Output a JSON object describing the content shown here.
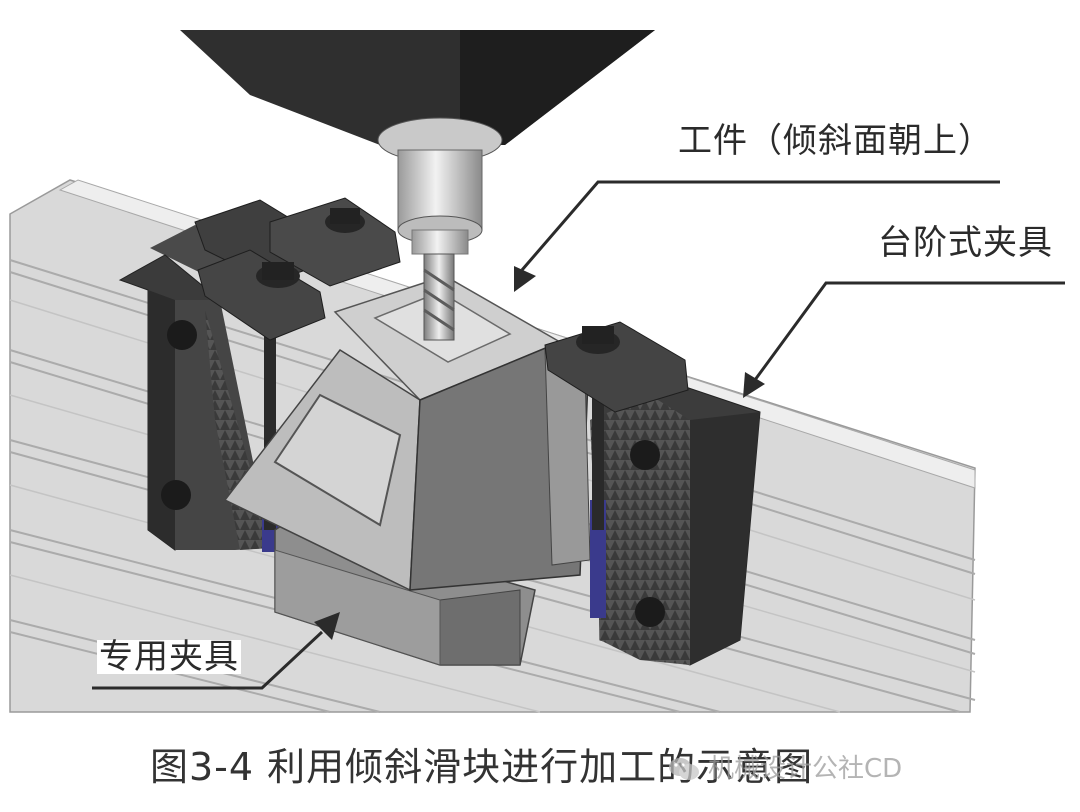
{
  "labels": {
    "workpiece": "工件（倾斜面朝上）",
    "step_fixture": "台阶式夹具",
    "special_fixture": "专用夹具"
  },
  "caption": "图3-4 利用倾斜滑块进行加工的示意图",
  "watermark": "机械设计公社CD",
  "colors": {
    "table": "#d9d9d9",
    "fixture_dark": "#3a3a3a",
    "workpiece": "#b9b9b9",
    "spindle": "#2f2f2f",
    "leader": "#2b2b2b"
  }
}
